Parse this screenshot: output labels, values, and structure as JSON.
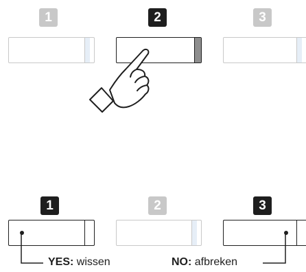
{
  "top_row": {
    "badges": [
      "1",
      "2",
      "3"
    ],
    "active_index": 2
  },
  "bottom_row": {
    "badges": [
      "1",
      "2",
      "3"
    ],
    "active_indices": [
      1,
      3
    ]
  },
  "actions": {
    "yes_key": "YES:",
    "yes_text": " wissen",
    "no_key": "NO:",
    "no_text": " afbreken"
  },
  "icons": {
    "pointer": "pointing-hand-icon"
  },
  "colors": {
    "active": "#1e1e1e",
    "inactive": "#c8c8c8",
    "pressed_cap": "#8e8e8e"
  }
}
